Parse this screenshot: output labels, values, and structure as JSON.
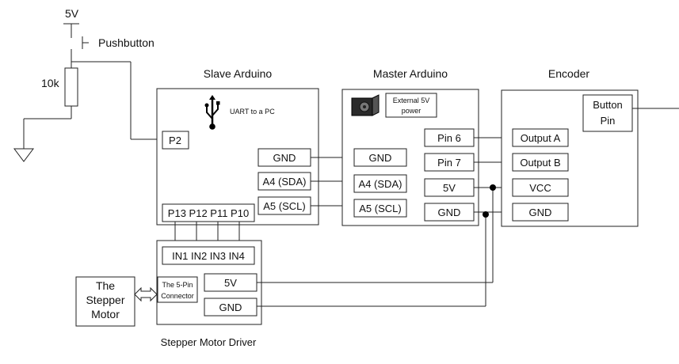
{
  "power": {
    "supply_label": "5V",
    "pushbutton_label": "Pushbutton",
    "resistor_label": "10k"
  },
  "slave": {
    "title": "Slave Arduino",
    "usb_label": "UART to a PC",
    "p2": "P2",
    "gnd": "GND",
    "sda": "A4 (SDA)",
    "scl": "A5 (SCL)",
    "pins": "P13 P12 P11 P10"
  },
  "master": {
    "title": "Master Arduino",
    "ext_power_line1": "External 5V",
    "ext_power_line2": "power",
    "gnd_left": "GND",
    "sda": "A4 (SDA)",
    "scl": "A5 (SCL)",
    "pin6": "Pin 6",
    "pin7": "Pin 7",
    "v5": "5V",
    "gnd_right": "GND"
  },
  "encoder": {
    "title": "Encoder",
    "button_line1": "Button",
    "button_line2": "Pin",
    "output_a": "Output A",
    "output_b": "Output B",
    "vcc": "VCC",
    "gnd": "GND"
  },
  "driver": {
    "inputs": "IN1 IN2 IN3 IN4",
    "connector_line1": "The 5-Pin",
    "connector_line2": "Connector",
    "v5": "5V",
    "gnd": "GND",
    "caption": "Stepper Motor Driver"
  },
  "motor": {
    "line1": "The",
    "line2": "Stepper",
    "line3": "Motor"
  }
}
